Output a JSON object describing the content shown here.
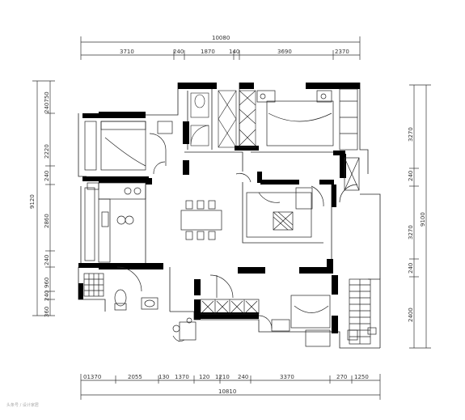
{
  "top_dims": {
    "total": "10080",
    "segments": [
      "3710",
      "240",
      "1870",
      "140",
      "3690",
      "2370"
    ]
  },
  "bottom_dims": {
    "total": "10810",
    "segments": [
      "01370",
      "2055",
      "130",
      "1370",
      "120",
      "1210",
      "240",
      "3370",
      "270",
      "1250"
    ]
  },
  "left_dims": {
    "total": "9120",
    "segments": [
      "240750",
      "2220",
      "240",
      "2860",
      "240",
      "960",
      "240",
      "360"
    ]
  },
  "right_dims": {
    "total": "9100",
    "segments": [
      "3270",
      "240",
      "3270",
      "240",
      "2400"
    ]
  },
  "watermark": "头条号 / 设计家居"
}
